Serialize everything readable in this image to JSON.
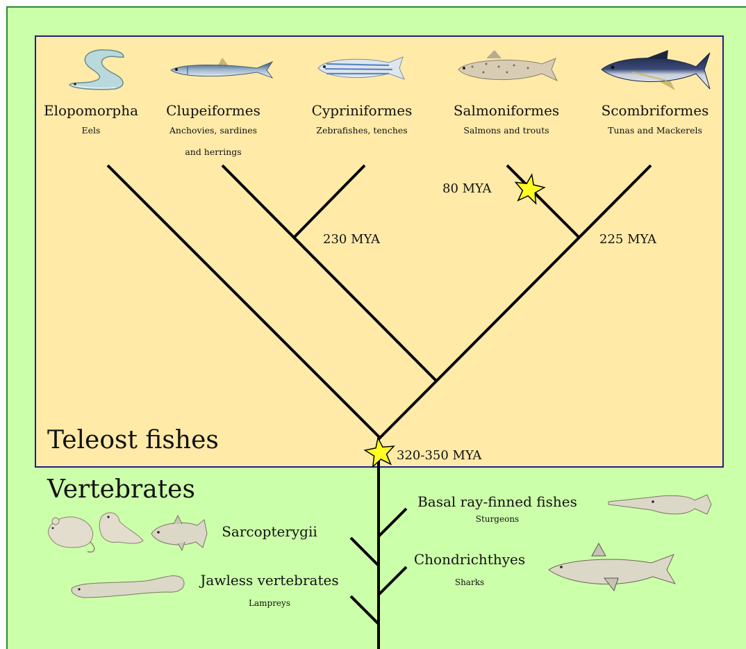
{
  "colors": {
    "outer_background": "#ccffaa",
    "outer_border": "#2a8a2a",
    "inner_background": "#ffeaa8",
    "inner_border": "#1a237e",
    "star_fill": "#ffff22",
    "branch": "#000000"
  },
  "teleost": {
    "label": "Teleost fishes",
    "taxa": [
      {
        "name": "Elopomorpha",
        "common": "Eels",
        "icon": "eel-icon"
      },
      {
        "name": "Clupeiformes",
        "common_line1": "Anchovies, sardines",
        "common_line2": "and herrings",
        "icon": "herring-icon"
      },
      {
        "name": "Cypriniformes",
        "common": "Zebrafishes, tenches",
        "icon": "zebrafish-icon"
      },
      {
        "name": "Salmoniformes",
        "common": "Salmons and trouts",
        "icon": "trout-icon"
      },
      {
        "name": "Scombriformes",
        "common": "Tunas and Mackerels",
        "icon": "tuna-icon"
      }
    ],
    "node_ages": {
      "clupe_cyprini": "230 MYA",
      "salmo_scombri": "225 MYA",
      "salmonid_duplication": "80 MYA",
      "teleost_duplication": "320-350 MYA"
    }
  },
  "vertebrates": {
    "label": "Vertebrates",
    "groups": [
      {
        "name": "Basal ray-finned fishes",
        "common": "Sturgeons",
        "icon": "sturgeon-icon"
      },
      {
        "name": "Sarcopterygii",
        "icons": [
          "mouse-icon",
          "frog-icon",
          "coelacanth-icon"
        ]
      },
      {
        "name": "Chondrichthyes",
        "common": "Sharks",
        "icon": "shark-icon"
      },
      {
        "name": "Jawless vertebrates",
        "common": "Lampreys",
        "icon": "lamprey-icon"
      }
    ]
  }
}
